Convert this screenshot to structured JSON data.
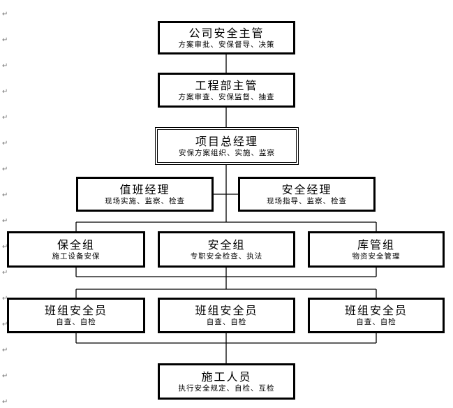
{
  "nodes": [
    {
      "id": "n1",
      "title": "公司安全主管",
      "sub": "方案审批、安保督导、决策"
    },
    {
      "id": "n2",
      "title": "工程部主管",
      "sub": "方案审查、安保监督、抽查"
    },
    {
      "id": "n3",
      "title": "项目总经理",
      "sub": "安保方案组织、实施、监察"
    },
    {
      "id": "n4",
      "title": "值班经理",
      "sub": "现场实施、监察、检查"
    },
    {
      "id": "n5",
      "title": "安全经理",
      "sub": "现场指导、监察、检查"
    },
    {
      "id": "n6",
      "title": "保全组",
      "sub": "施工设备安保"
    },
    {
      "id": "n7",
      "title": "安全组",
      "sub": "专职安全检查、执法"
    },
    {
      "id": "n8",
      "title": "库管组",
      "sub": "物资安全管理"
    },
    {
      "id": "n9",
      "title": "班组安全员",
      "sub": "自查、自检"
    },
    {
      "id": "n10",
      "title": "班组安全员",
      "sub": "自查、自检"
    },
    {
      "id": "n11",
      "title": "班组安全员",
      "sub": "自查、自检"
    },
    {
      "id": "n12",
      "title": "施工人员",
      "sub": "执行安全规定、自检、互检"
    }
  ],
  "paragraph_mark": "↵"
}
